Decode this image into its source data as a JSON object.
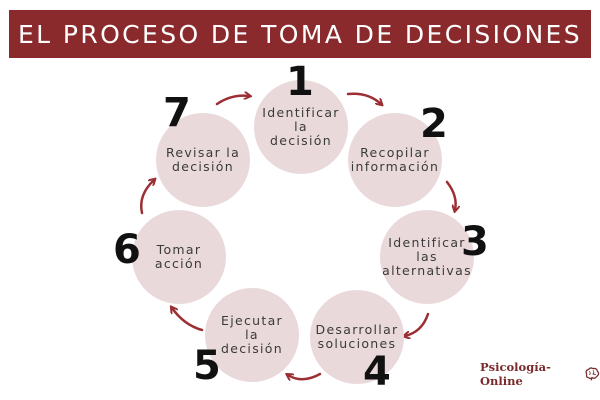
{
  "title": "EL PROCESO DE TOMA DE DECISIONES",
  "colors": {
    "title_bg": "#8b2a2c",
    "circle_fill": "#ead9da",
    "arrow": "#9b2f33",
    "number": "#111111"
  },
  "steps": [
    {
      "number": "1",
      "label": "Identificar\nla\ndecisión"
    },
    {
      "number": "2",
      "label": "Recopilar\ninformación"
    },
    {
      "number": "3",
      "label": "Identificar\nlas\nalternativas"
    },
    {
      "number": "4",
      "label": "Desarrollar\nsoluciones"
    },
    {
      "number": "5",
      "label": "Ejecutar\nla\ndecisión"
    },
    {
      "number": "6",
      "label": "Tomar\nacción"
    },
    {
      "number": "7",
      "label": "Revisar la\ndecisión"
    }
  ],
  "logo": {
    "text": "Psicología-Online",
    "icon": "brain-icon"
  }
}
